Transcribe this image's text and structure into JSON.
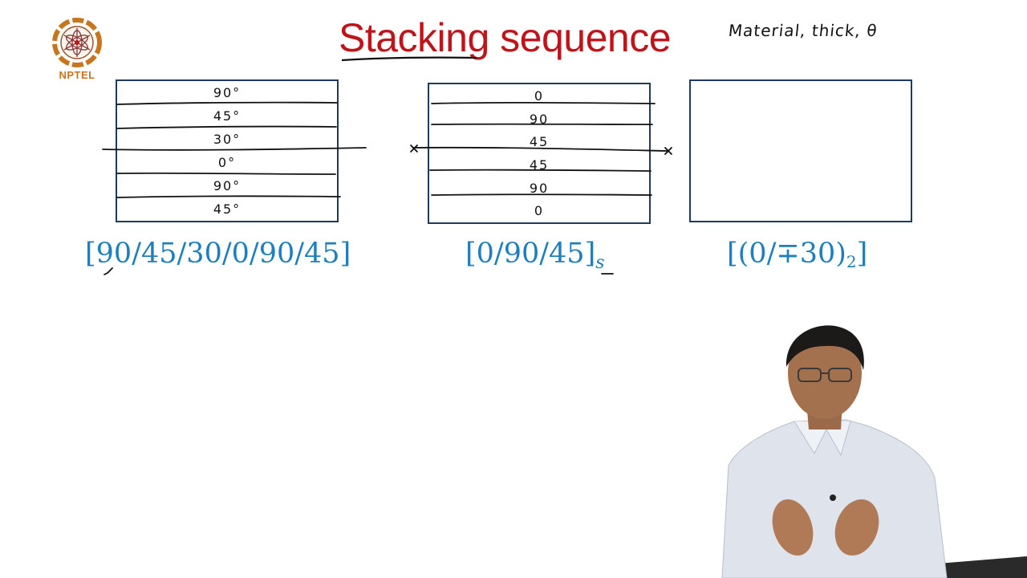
{
  "logo": {
    "text": "NPTEL"
  },
  "slide": {
    "title": "Stacking sequence",
    "note": "Material, thick, θ"
  },
  "laminates": [
    {
      "plies": [
        "90°",
        "45°",
        "30°",
        "0°",
        "90°",
        "45°"
      ],
      "notation": "[90/45/30/0/90/45]"
    },
    {
      "plies": [
        "0",
        "90",
        "45",
        "45",
        "90",
        "0"
      ],
      "notation_main": "[0/90/45]",
      "notation_sub": "s"
    },
    {
      "plies": [],
      "notation_main": "[(0/∓30)",
      "notation_sub": "2",
      "notation_close": "]"
    }
  ],
  "colors": {
    "title": "#c0141b",
    "notation": "#1d7fbf",
    "box_border": "#1f3a5a",
    "logo": "#c8761e"
  }
}
